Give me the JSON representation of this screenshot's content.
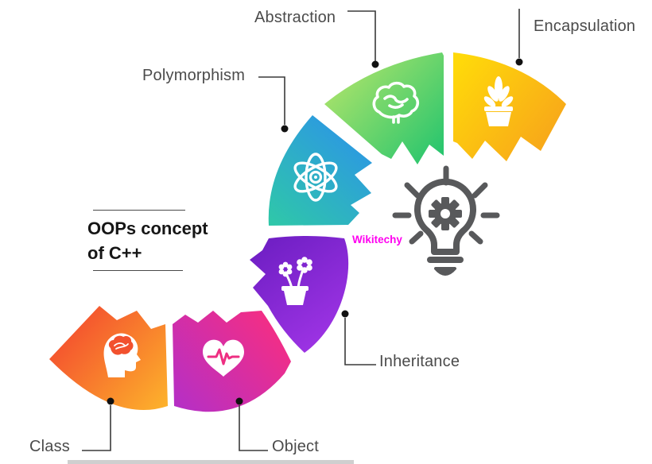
{
  "page": {
    "background": "#ffffff"
  },
  "title": {
    "line1": "OOPs concept",
    "line2": "of C++"
  },
  "watermark": {
    "text": "Wikitechy",
    "color": "#ff00f0"
  },
  "center": {
    "icon": "lightbulb-gear-icon",
    "color": "#58595b"
  },
  "segments": [
    {
      "id": "abstraction",
      "label": "Abstraction",
      "icon": "brain-icon",
      "color_start": "#b4e56a",
      "color_end": "#22c46e"
    },
    {
      "id": "encapsulation",
      "label": "Encapsulation",
      "icon": "potted-plant-icon",
      "color_start": "#ffd90a",
      "color_end": "#f7a21b"
    },
    {
      "id": "polymorphism",
      "label": "Polymorphism",
      "icon": "atom-icon",
      "color_start": "#2c95e6",
      "color_end": "#2fc7a9"
    },
    {
      "id": "inheritance",
      "label": "Inheritance",
      "icon": "flower-pot-icon",
      "color_start": "#6f1fc4",
      "color_end": "#a637ea"
    },
    {
      "id": "object",
      "label": "Object",
      "icon": "heartbeat-icon",
      "color_start": "#f62e82",
      "color_end": "#b52fc6"
    },
    {
      "id": "class",
      "label": "Class",
      "icon": "head-brain-icon",
      "color_start": "#f3472f",
      "color_end": "#fdb32b"
    }
  ],
  "icon_accents": {
    "pulse_line": "#ee2f82",
    "class_brain": "#f2512e",
    "flower_center": "#8833d8"
  }
}
